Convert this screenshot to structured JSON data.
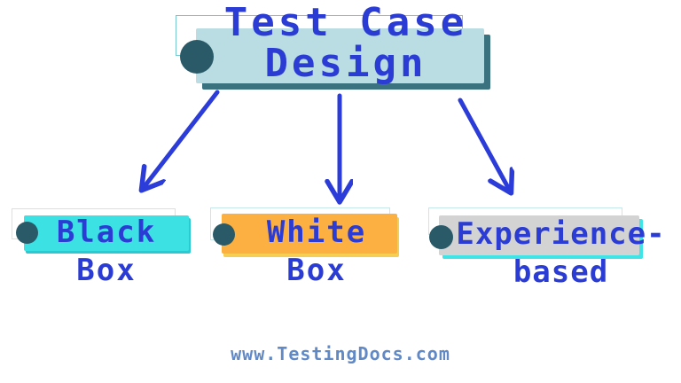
{
  "diagram": {
    "root": {
      "label": "Test Case Design",
      "line1": "Test Case",
      "line2": "Design",
      "fill_color": "#b9dde2",
      "shadow_color": "#3b7280"
    },
    "branches": [
      {
        "label": "Black Box",
        "line1": "Black",
        "line2": "Box",
        "fill_color": "#3ce1e4"
      },
      {
        "label": "White Box",
        "line1": "White",
        "line2": "Box",
        "fill_color": "#fbb041"
      },
      {
        "label": "Experience-based",
        "line1": "Experience-",
        "line2": "based",
        "fill_color": "#d3d3d4",
        "shadow_color": "#3ee4e6"
      }
    ],
    "watermark": "www.TestingDocs.com",
    "colors": {
      "text": "#2b3cd4",
      "arrow": "#2b3cd8",
      "bullet_dot": "#2a5a68",
      "outline_border": "#8fd2d8",
      "background": "#ffffff",
      "watermark_text": "#6189c6"
    }
  }
}
